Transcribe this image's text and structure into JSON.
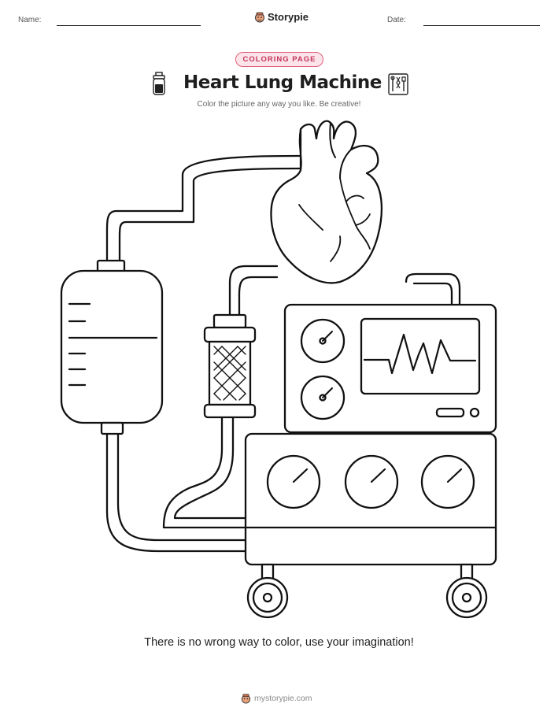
{
  "header": {
    "name_label": "Name:",
    "date_label": "Date:",
    "brand": "Storypie",
    "brand_icon": "storypie-mascot-icon"
  },
  "badge": "COLORING PAGE",
  "title": "Heart Lung Machine",
  "title_icons": [
    "medicine-bottle-icon",
    "surgical-tools-icon"
  ],
  "subtitle": "Color the picture any way you like. Be creative!",
  "caption": "There is no wrong way to color, use your imagination!",
  "footer": {
    "url": "mystorypie.com",
    "icon": "storypie-mascot-icon"
  },
  "colors": {
    "badge_border": "#e0607a",
    "badge_fill": "#fde4ea",
    "badge_text": "#c2345a",
    "mascot": "#e8a07a"
  }
}
